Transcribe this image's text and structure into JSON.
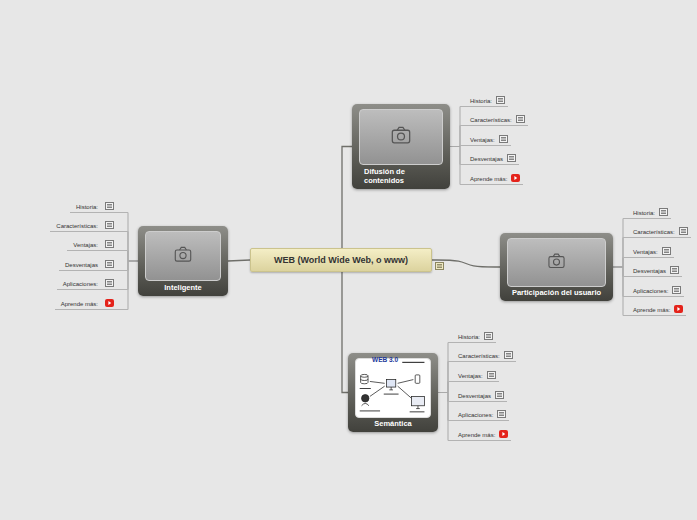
{
  "diagram": {
    "nodes": [
      {
        "text": [
          "WEB (World Wide Web, o www)"
        ]
      },
      {
        "text": [
          "Difusión de contenidos"
        ]
      },
      {
        "text": [
          "Historia:"
        ]
      },
      {
        "text": [
          "Características:"
        ]
      },
      {
        "text": [
          "Ventajas:"
        ]
      },
      {
        "text": [
          "Desventajas"
        ]
      },
      {
        "text": [
          "Aprende más:"
        ]
      },
      {
        "text": [
          "Participación del usuario"
        ]
      },
      {
        "text": [
          "Historia:"
        ]
      },
      {
        "text": [
          "Características:"
        ]
      },
      {
        "text": [
          "Ventajas:"
        ]
      },
      {
        "text": [
          "Desventajas"
        ]
      },
      {
        "text": [
          "Aplicaciones:"
        ]
      },
      {
        "text": [
          "Aprende más:"
        ]
      },
      {
        "text": [
          "Semántica"
        ]
      },
      {
        "text": [
          "Historia:"
        ]
      },
      {
        "text": [
          "Características:"
        ]
      },
      {
        "text": [
          "Ventajas:"
        ]
      },
      {
        "text": [
          "Desventajas"
        ]
      },
      {
        "text": [
          "Aplicaciones:"
        ]
      },
      {
        "text": [
          "Aprende más:"
        ]
      },
      {
        "text": [
          "Inteligente"
        ]
      },
      {
        "text": [
          "Historia:"
        ]
      },
      {
        "text": [
          "Características:"
        ]
      },
      {
        "text": [
          "Ventajas:"
        ]
      },
      {
        "text": [
          "Desventajas"
        ]
      },
      {
        "text": [
          "Aplicaciones:"
        ]
      },
      {
        "text": [
          "Aprende más:"
        ]
      }
    ],
    "edges": [
      {
        "from": 0,
        "to": 1,
        "arrow": "none"
      },
      {
        "from": 0,
        "to": 7,
        "arrow": "none"
      },
      {
        "from": 0,
        "to": 14,
        "arrow": "none"
      },
      {
        "from": 0,
        "to": 21,
        "arrow": "none"
      },
      {
        "from": 1,
        "to": 2,
        "arrow": "none"
      },
      {
        "from": 1,
        "to": 3,
        "arrow": "none"
      },
      {
        "from": 1,
        "to": 4,
        "arrow": "none"
      },
      {
        "from": 1,
        "to": 5,
        "arrow": "none"
      },
      {
        "from": 1,
        "to": 6,
        "arrow": "none"
      },
      {
        "from": 7,
        "to": 8,
        "arrow": "none"
      },
      {
        "from": 7,
        "to": 9,
        "arrow": "none"
      },
      {
        "from": 7,
        "to": 10,
        "arrow": "none"
      },
      {
        "from": 7,
        "to": 11,
        "arrow": "none"
      },
      {
        "from": 7,
        "to": 12,
        "arrow": "none"
      },
      {
        "from": 7,
        "to": 13,
        "arrow": "none"
      },
      {
        "from": 14,
        "to": 15,
        "arrow": "none"
      },
      {
        "from": 14,
        "to": 16,
        "arrow": "none"
      },
      {
        "from": 14,
        "to": 17,
        "arrow": "none"
      },
      {
        "from": 14,
        "to": 18,
        "arrow": "none"
      },
      {
        "from": 14,
        "to": 19,
        "arrow": "none"
      },
      {
        "from": 14,
        "to": 20,
        "arrow": "none"
      },
      {
        "from": 21,
        "to": 22,
        "arrow": "none"
      },
      {
        "from": 21,
        "to": 23,
        "arrow": "none"
      },
      {
        "from": 21,
        "to": 24,
        "arrow": "none"
      },
      {
        "from": 21,
        "to": 25,
        "arrow": "none"
      },
      {
        "from": 21,
        "to": 26,
        "arrow": "none"
      },
      {
        "from": 21,
        "to": 27,
        "arrow": "none"
      }
    ],
    "labels": [
      "WEB 3.0"
    ]
  }
}
